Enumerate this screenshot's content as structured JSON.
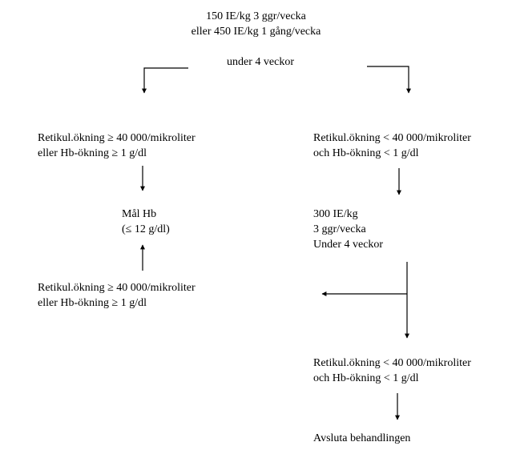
{
  "start": {
    "line1": "150 IE/kg 3 ggr/vecka",
    "line2": "eller 450 IE/kg 1 gång/vecka",
    "duration": "under 4 veckor"
  },
  "left_top": {
    "line1": "Retikul.ökning ≥ 40 000/mikroliter",
    "line2": "eller Hb-ökning ≥ 1 g/dl"
  },
  "goal": {
    "line1": "Mål Hb",
    "line2": "(≤ 12 g/dl)"
  },
  "left_bottom": {
    "line1": "Retikul.ökning ≥ 40 000/mikroliter",
    "line2": "eller Hb-ökning ≥ 1 g/dl"
  },
  "right_top": {
    "line1": "Retikul.ökning < 40 000/mikroliter",
    "line2": "och Hb-ökning < 1 g/dl"
  },
  "dose_increase": {
    "line1": "300 IE/kg",
    "line2": "3 ggr/vecka",
    "line3": "Under 4 veckor"
  },
  "right_bottom": {
    "line1": "Retikul.ökning < 40 000/mikroliter",
    "line2": "och Hb-ökning < 1 g/dl"
  },
  "end": {
    "label": "Avsluta behandlingen"
  }
}
